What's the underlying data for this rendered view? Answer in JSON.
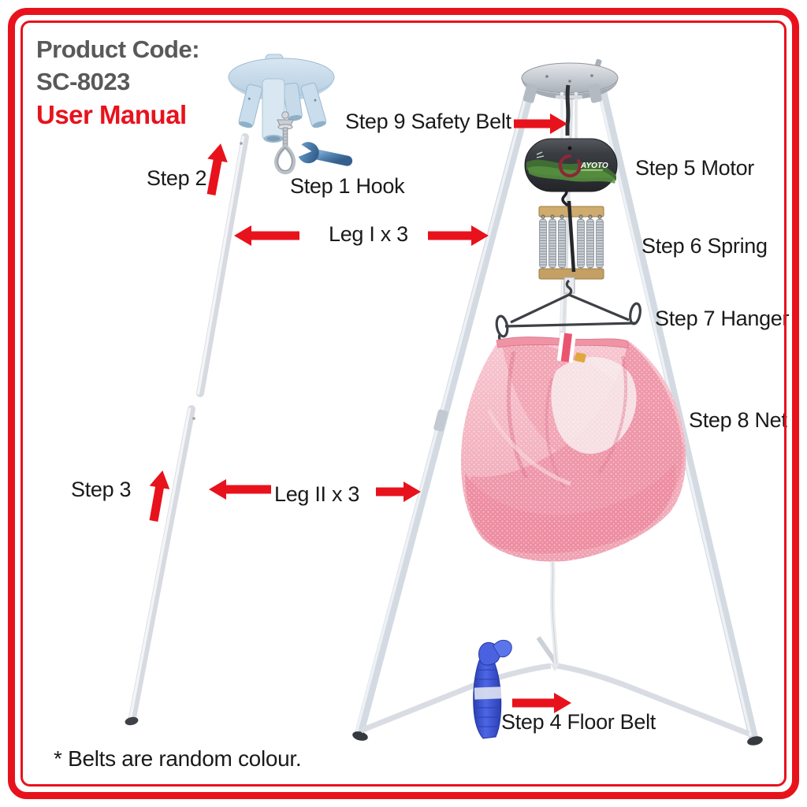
{
  "header": {
    "product_code_label": "Product Code:",
    "product_code_value": "SC-8023",
    "manual_title": "User Manual"
  },
  "annotations": {
    "step1": "Step 1 Hook",
    "step2": "Step 2",
    "step3": "Step 3",
    "step4": "Step 4 Floor Belt",
    "step5": "Step 5 Motor",
    "step6": "Step 6 Spring",
    "step7": "Step 7 Hanger",
    "step8": "Step 8 Net",
    "step9": "Step 9 Safety Belt",
    "leg_i": "Leg I x 3",
    "leg_ii": "Leg II x 3"
  },
  "footnote": "* Belts are random colour.",
  "motor": {
    "brand": "AYOTO"
  },
  "colors": {
    "frame_red": "#e8121c",
    "arrow_red": "#e8121c",
    "heading_gray": "#595959",
    "manual_red": "#e8121c",
    "label_black": "#1a1a1a",
    "net_pink": "#f0a2b2",
    "belt_blue": "#4257cf",
    "hub_blue": "#c9dcea"
  }
}
